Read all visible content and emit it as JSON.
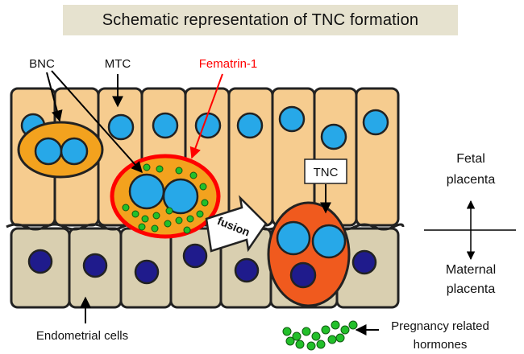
{
  "title": "Schematic representation of TNC formation",
  "labels": {
    "bnc": "BNC",
    "mtc": "MTC",
    "fematrin": "Fematrin-1",
    "tnc": "TNC",
    "fusion": "fusion",
    "endometrial": "Endometrial cells",
    "fetal_line1": "Fetal",
    "fetal_line2": "placenta",
    "maternal_line1": "Maternal",
    "maternal_line2": "placenta",
    "hormones_line1": "Pregnancy related",
    "hormones_line2": "hormones"
  },
  "colors": {
    "fetal_cell": "#f6cc8f",
    "maternal_cell": "#d9cfb0",
    "bnc_fill": "#f3a21e",
    "tnc_fill": "#f05a1e",
    "nucleus_blue": "#27a8e8",
    "nucleus_dark": "#1f1b8c",
    "granule": "#22c02a",
    "fematrin_red": "#ff0000"
  }
}
